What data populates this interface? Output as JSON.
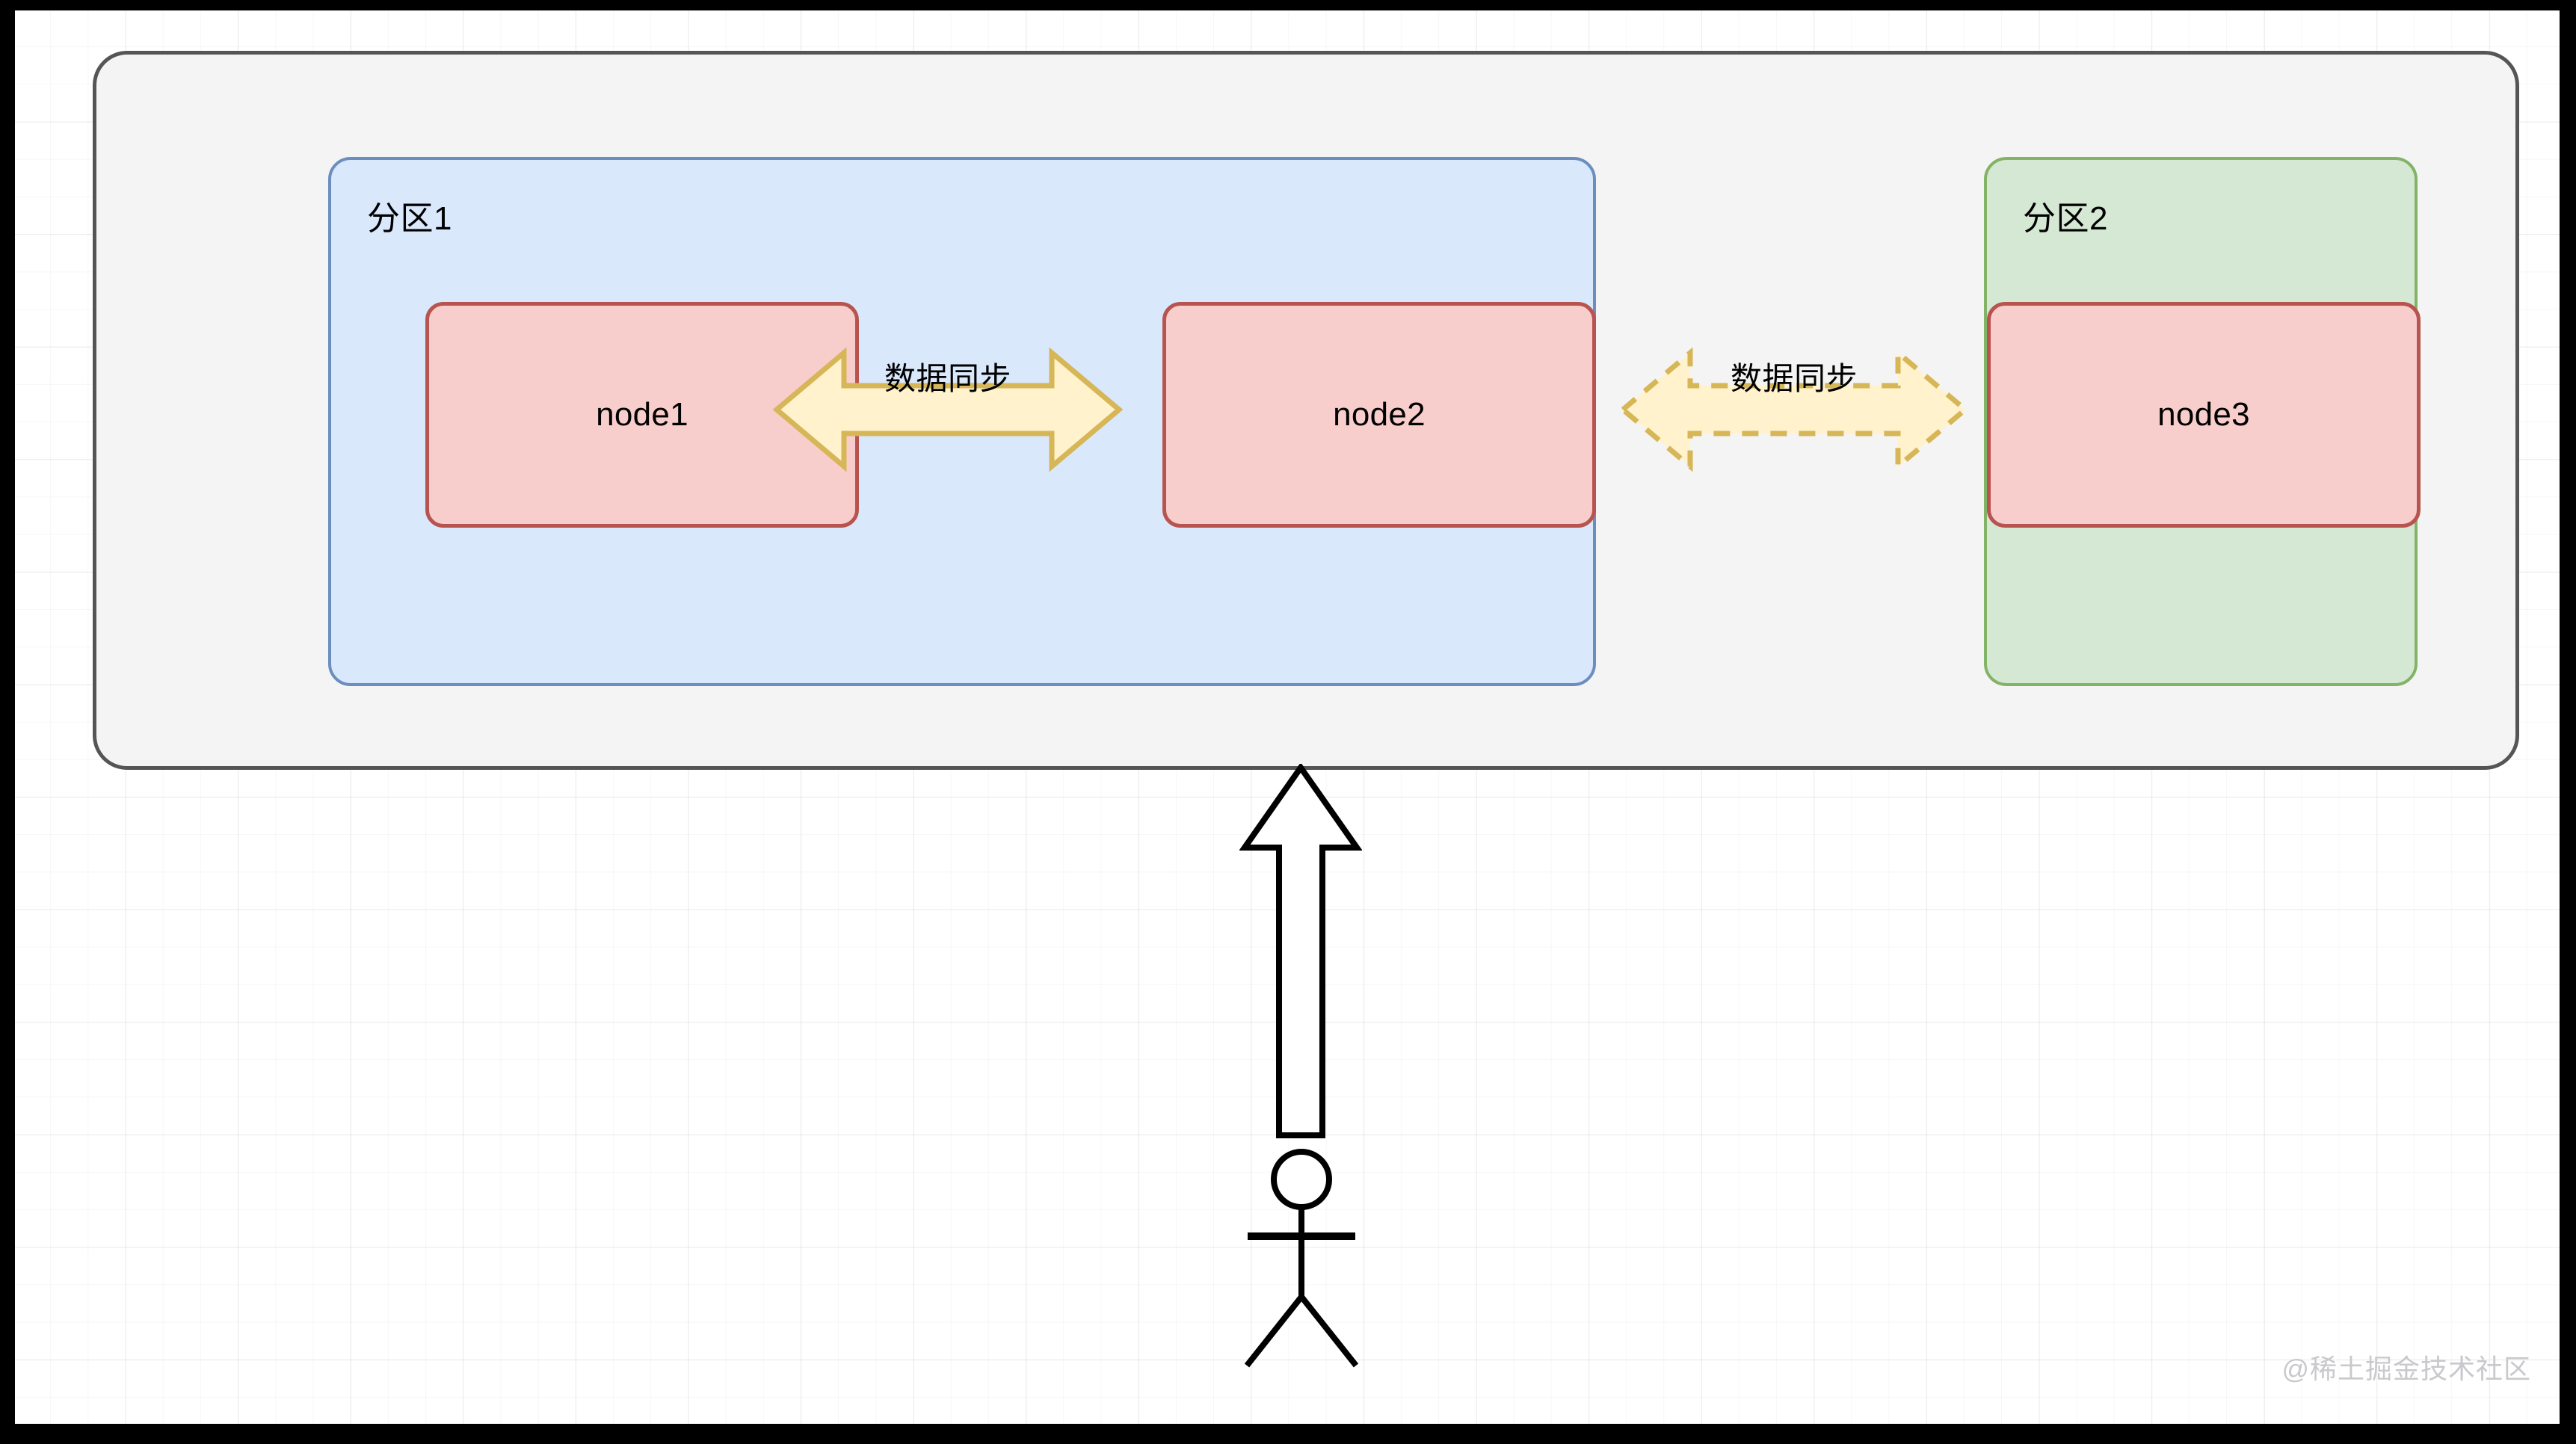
{
  "diagram": {
    "title": "distributed-partition-data-sync-diagram",
    "colors": {
      "canvas_background": "#ffffff",
      "grid_minor": "#f2f2f2",
      "grid_major": "#e8e8e8",
      "outer_container_fill": "#f4f4f4",
      "outer_container_stroke": "#555555",
      "partition1_fill": "#dae8fc",
      "partition1_stroke": "#6c8ebf",
      "partition2_fill": "#d5e8d4",
      "partition2_stroke": "#82b366",
      "node_fill": "#f8cecc",
      "node_stroke": "#b85450",
      "arrow_fill": "#fff2cc",
      "arrow_stroke": "#d6b656",
      "actor_stroke": "#000000",
      "text": "#000000",
      "watermark": "#c9c9cd"
    },
    "outer_container": {
      "label": ""
    },
    "partitions": [
      {
        "id": "partition-1",
        "label": "分区1",
        "nodes": [
          {
            "id": "node-1",
            "label": "node1"
          },
          {
            "id": "node-2",
            "label": "node2"
          }
        ]
      },
      {
        "id": "partition-2",
        "label": "分区2",
        "nodes": [
          {
            "id": "node-3",
            "label": "node3"
          }
        ]
      }
    ],
    "connections": [
      {
        "id": "sync-1",
        "label": "数据同步",
        "from": "node1",
        "to": "node2",
        "style": "solid",
        "direction": "bidirectional"
      },
      {
        "id": "sync-2",
        "label": "数据同步",
        "from": "node2",
        "to": "node3",
        "style": "dashed",
        "direction": "bidirectional"
      }
    ],
    "actor": {
      "label": "",
      "icon": "stick-figure-actor"
    },
    "access_arrow": {
      "label": "",
      "icon": "up-block-arrow",
      "direction": "up"
    },
    "watermark": {
      "text": "@稀土掘金技术社区"
    }
  }
}
